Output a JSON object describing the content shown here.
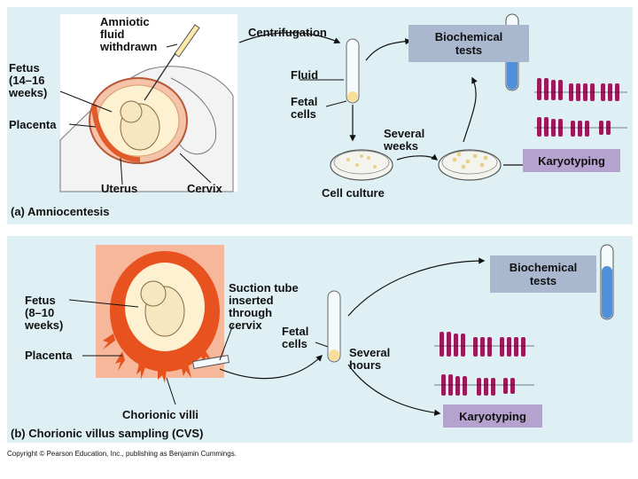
{
  "panel_a": {
    "amniotic": "Amniotic\nfluid\nwithdrawn",
    "fetus": "Fetus\n(14–16\nweeks)",
    "placenta": "Placenta",
    "uterus": "Uterus",
    "cervix": "Cervix",
    "centrifugation": "Centrifugation",
    "fluid": "Fluid",
    "fetal_cells": "Fetal\ncells",
    "several_weeks": "Several\nweeks",
    "cell_culture": "Cell culture",
    "biochemical": "Biochemical\ntests",
    "karyotyping": "Karyotyping",
    "caption_letter": "(a)",
    "caption": "Amniocentesis"
  },
  "panel_b": {
    "fetus": "Fetus\n(8–10\nweeks)",
    "placenta": "Placenta",
    "suction": "Suction tube\ninserted\nthrough\ncervix",
    "fetal_cells": "Fetal\ncells",
    "several_hours": "Several\nhours",
    "chorionic": "Chorionic villi",
    "biochemical": "Biochemical\ntests",
    "karyotyping": "Karyotyping",
    "caption_letter": "(b)",
    "caption": "Chorionic villus sampling (CVS)"
  },
  "footer": {
    "copyright": "Copyright © Pearson Education, Inc., publishing as Benjamin Cummings."
  },
  "colors": {
    "panel_bg": "#dff0f4",
    "blue_box": "#a9b8cf",
    "purple_box": "#b5a2cf",
    "chromosome": "#9c1a5c",
    "uterus_red": "#e8521e",
    "placenta_orange": "#f6b79a",
    "fluid_yellow": "#f7df9a"
  }
}
